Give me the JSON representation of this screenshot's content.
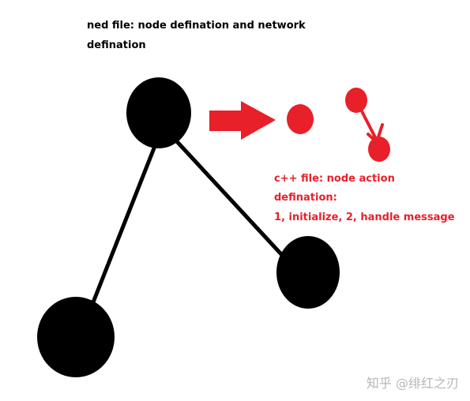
{
  "ned_note": {
    "line1": "ned file: node defination and network",
    "line2": "defination"
  },
  "cpp_note": {
    "line1": "c++ file: node action",
    "line2": "defination:",
    "line3": "1, initialize, 2, handle message"
  },
  "watermark": "知乎 @绯红之刃",
  "colors": {
    "node": "#000000",
    "accent": "#e8202a",
    "watermark": "#b7b7b7"
  }
}
